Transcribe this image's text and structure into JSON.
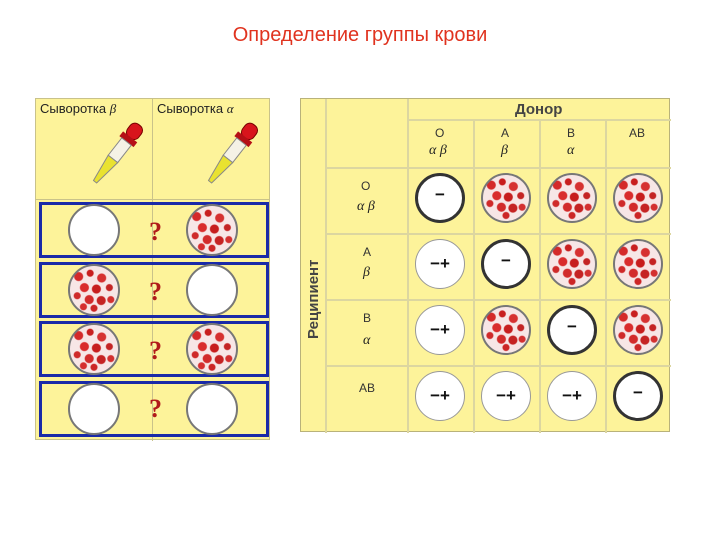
{
  "title": "Определение группы крови",
  "colors": {
    "title": "#e0331f",
    "panel": "#fdf39a",
    "row_border": "#1a2aa8",
    "agglutination": "#d42a2a"
  },
  "left": {
    "headers": [
      {
        "text": "Сыворотка",
        "greek": "β"
      },
      {
        "text": "Сыворотка",
        "greek": "α"
      }
    ],
    "question_mark": "?",
    "rows": [
      {
        "left": "white",
        "right": "red"
      },
      {
        "left": "red",
        "right": "white"
      },
      {
        "left": "red",
        "right": "red"
      },
      {
        "left": "white",
        "right": "white"
      }
    ],
    "icons": [
      "pipette-icon",
      "pipette-icon"
    ]
  },
  "right": {
    "donor_label": "Донор",
    "recipient_label": "Реципиент",
    "donor_cols": [
      {
        "group": "O",
        "greek": "α β"
      },
      {
        "group": "A",
        "greek": "β"
      },
      {
        "group": "B",
        "greek": "α"
      },
      {
        "group": "AB",
        "greek": ""
      }
    ],
    "recipient_rows": [
      {
        "group": "O",
        "greek": "α β",
        "cells": [
          "−",
          "red",
          "red",
          "red"
        ]
      },
      {
        "group": "A",
        "greek": "β",
        "cells": [
          "−+",
          "−",
          "red",
          "red"
        ]
      },
      {
        "group": "B",
        "greek": "α",
        "cells": [
          "−+",
          "red",
          "−",
          "red"
        ]
      },
      {
        "group": "AB",
        "greek": "",
        "cells": [
          "−+",
          "−+",
          "−+",
          "−"
        ]
      }
    ]
  }
}
